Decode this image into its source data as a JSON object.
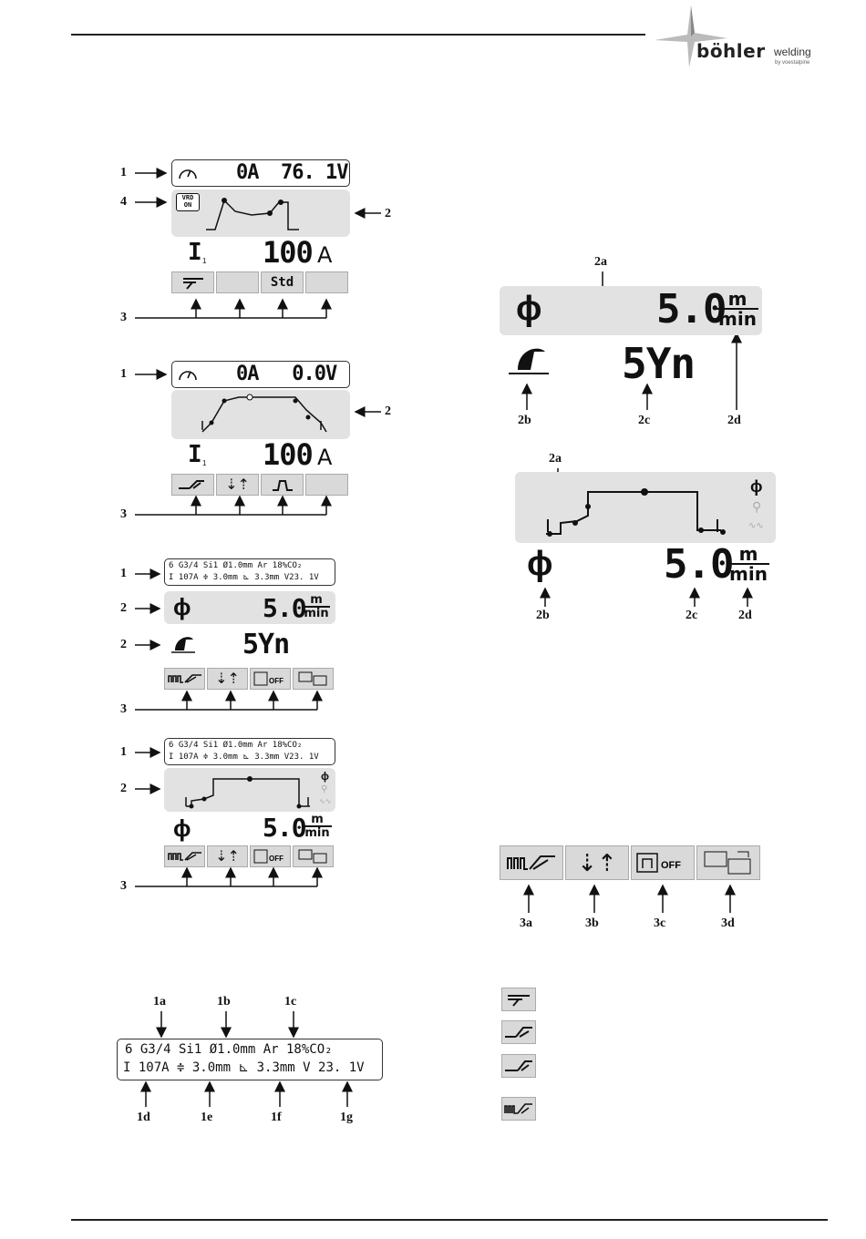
{
  "header": {
    "brand": "böhler",
    "brand_sub": "welding",
    "brand_tag": "by voestalpine"
  },
  "fig1": {
    "c1": "1",
    "c4": "4",
    "c2": "2",
    "c3": "3",
    "meter": "0A  76. 1V",
    "vrd": "VRD ON",
    "i_label": "I",
    "i_sub": "1",
    "value": "100",
    "unit": "A",
    "keys": [
      "",
      "",
      "Std",
      ""
    ]
  },
  "fig2": {
    "c1": "1",
    "c2": "2",
    "c3": "3",
    "meter": "0A   0.0V",
    "i_label": "I",
    "i_sub": "1",
    "value": "100",
    "unit": "A"
  },
  "fig3": {
    "c1": "1",
    "c2a": "2",
    "c2b": "2",
    "c3": "3",
    "row1": "6 G3/4 Si1  Ø1.0mm  Ar 18%CO₂",
    "row2": "I 107A ≑ 3.0mm ⊾ 3.3mm V23. 1V",
    "value": "5.0",
    "unit_top": "m",
    "unit_bottom": "min",
    "syn": "5Yn"
  },
  "fig4": {
    "c1": "1",
    "c2": "2",
    "c3": "3",
    "row1": "6 G3/4 Si1  Ø1.0mm  Ar 18%CO₂",
    "row2": "I 107A ≑ 3.0mm ⊾ 3.3mm V23. 1V",
    "value": "5.0",
    "unit_top": "m",
    "unit_bottom": "min"
  },
  "fig5": {
    "c1a": "1a",
    "c1b": "1b",
    "c1c": "1c",
    "c1d": "1d",
    "c1e": "1e",
    "c1f": "1f",
    "c1g": "1g",
    "row1": "6 G3/4 Si1  Ø1.0mm  Ar 18%CO₂",
    "row2": "I 107A  ≑  3.0mm  ⊾  3.3mm  V 23. 1V"
  },
  "fig6": {
    "c2a": "2a",
    "c2b": "2b",
    "c2c": "2c",
    "c2d": "2d",
    "value": "5.0",
    "unit_top": "m",
    "unit_bottom": "min",
    "syn": "5Yn"
  },
  "fig7": {
    "c2a": "2a",
    "c2b": "2b",
    "c2c": "2c",
    "c2d": "2d",
    "value": "5.0",
    "unit_top": "m",
    "unit_bottom": "min"
  },
  "fig8": {
    "c3a": "3a",
    "c3b": "3b",
    "c3c": "3c",
    "c3d": "3d",
    "off": "OFF"
  }
}
